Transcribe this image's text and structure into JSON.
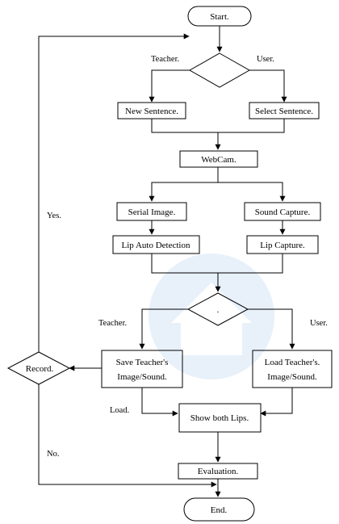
{
  "flowchart": {
    "start": "Start.",
    "decision_top_label": "",
    "branch_teacher_top": "Teacher.",
    "branch_user_top": "User.",
    "new_sentence": "New Sentence.",
    "select_sentence": "Select Sentence.",
    "webcam": "WebCam.",
    "serial_image": "Serial Image.",
    "sound_capture": "Sound Capture.",
    "lip_auto_detection": "Lip Auto Detection",
    "lip_capture": "Lip Capture.",
    "decision_mid_label": ".",
    "branch_teacher_mid": "Teacher.",
    "branch_user_mid": "User.",
    "save_teacher_line1": "Save Teacher's",
    "save_teacher_line2": "Image/Sound.",
    "load_teacher_line1": "Load Teacher's.",
    "load_teacher_line2": "Image/Sound.",
    "record": "Record.",
    "yes": "Yes.",
    "no": "No.",
    "load": "Load.",
    "show_both_lips": "Show both Lips.",
    "evaluation": "Evaluation.",
    "end": "End."
  }
}
